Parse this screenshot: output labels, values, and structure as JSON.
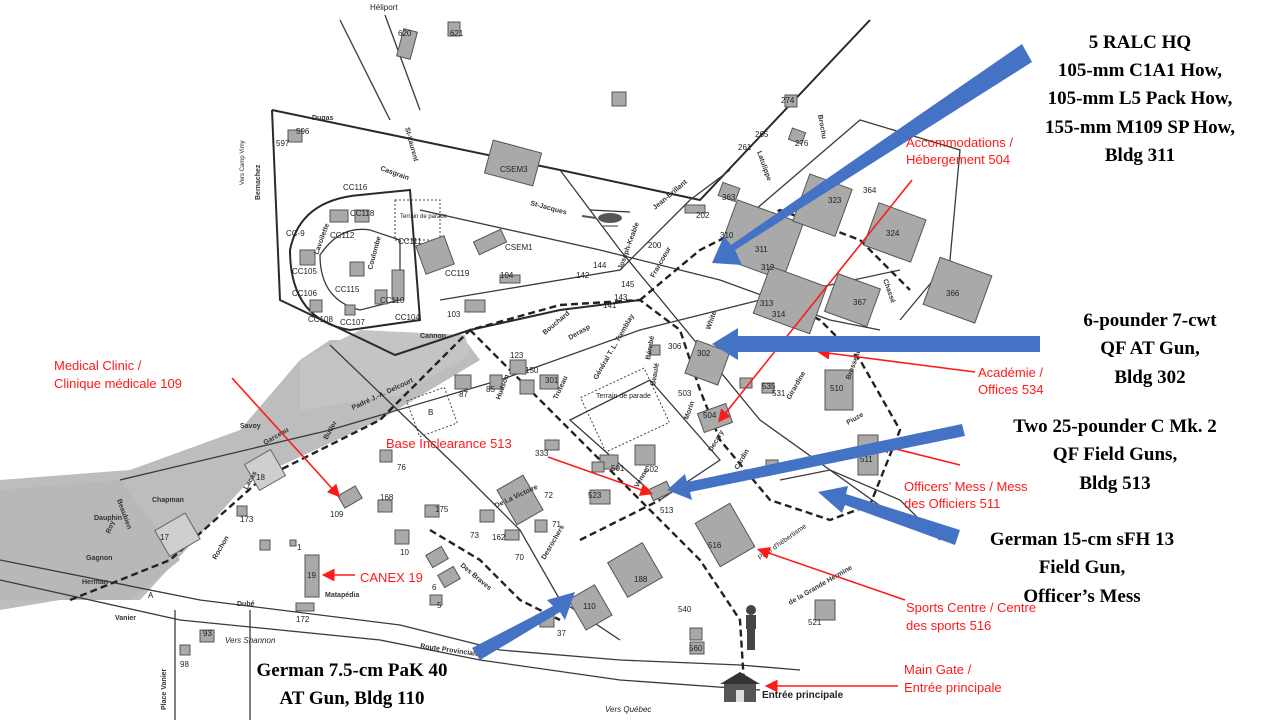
{
  "map": {
    "title": "",
    "colors": {
      "annotation_red": "#ff1a1a",
      "arrow_blue": "#4472c4",
      "terrain_gray": "#bdbdbd",
      "building_gray": "#a9a9a9",
      "text_black": "#000000"
    },
    "landmarks": {
      "heliport": "Héliport",
      "parade_ground_1": "Terrain de parade",
      "parade_ground_2": "Terrain de parade",
      "obstacle_course": "Piste d'hébertisme",
      "main_entrance": "Entrée principale",
      "vers_shannon": "Vers Shannon",
      "vers_quebec": "Vers Québec",
      "vers_camp_vimy": "Vers Camp Vimy",
      "building_b": "B",
      "building_a": "A"
    },
    "streets": [
      "Dugas",
      "St-Laurent",
      "Bernachez",
      "Casgrain",
      "Lavoilette",
      "Coulombe",
      "St-Jacques",
      "Jean-Brillant",
      "Joseph-Keable",
      "Francoeur",
      "Brochu",
      "Latulippe",
      "Chassé",
      "Cannon",
      "Bouchard",
      "Derasp",
      "Général T. L. Tremblay",
      "Hudson",
      "Truteau",
      "Bérubé",
      "Beaulé",
      "Morin",
      "Decary",
      "Girardine",
      "Brosseau",
      "Piuze",
      "Venne",
      "Cardin",
      "White",
      "Savoy",
      "Garceau",
      "Chapman",
      "Dauphin",
      "Roy",
      "Gagnon",
      "Herman",
      "Vanier",
      "Place Vanier",
      "Rochon",
      "Dubé",
      "Matapédia",
      "Route Provinciale",
      "De La Victoire",
      "Des Braves",
      "Desrochers",
      "Padré J.-A. Delcourt",
      "Butler",
      "Lacas",
      "Beaubien",
      "de la Grande Hermine"
    ],
    "building_numbers": [
      "620",
      "621",
      "596",
      "597",
      "274",
      "265",
      "261",
      "276",
      "CSEM3",
      "CC116",
      "CC118",
      "CC-9",
      "CC105",
      "CC106",
      "CC115",
      "CC108",
      "CC107",
      "CC110",
      "CC111",
      "CC119",
      "CC112",
      "CC104",
      "CSEM1",
      "104",
      "103",
      "363",
      "202",
      "310",
      "311",
      "312",
      "323",
      "364",
      "324",
      "200",
      "144",
      "142",
      "145",
      "143",
      "141",
      "313",
      "314",
      "367",
      "366",
      "123",
      "150",
      "301",
      "85",
      "87",
      "306",
      "302",
      "503",
      "504",
      "535",
      "531",
      "510",
      "511",
      "333",
      "501",
      "502",
      "513",
      "76",
      "18",
      "17",
      "173",
      "109",
      "168",
      "175",
      "10",
      "72",
      "73",
      "162",
      "71",
      "70",
      "523",
      "516",
      "1",
      "19",
      "6",
      "5",
      "37",
      "110",
      "188",
      "540",
      "560",
      "521",
      "172",
      "93",
      "98"
    ],
    "red_labels": {
      "accommodations": [
        "Accommodations /",
        "Hébergement 504"
      ],
      "medical": [
        "Medical Clinic /",
        "Clinique médicale 109"
      ],
      "base_clearance": "Base Inclearance 513",
      "academie": [
        "Académie /",
        "Offices 534"
      ],
      "officers_mess": [
        "Officers’ Mess / Mess",
        "des Officiers 511"
      ],
      "canex": "CANEX 19",
      "sports": [
        "Sports Centre / Centre",
        "des sports 516"
      ],
      "main_gate": [
        "Main Gate /",
        "Entrée principale"
      ]
    },
    "black_labels": {
      "ralc": [
        "5 RALC HQ",
        "105-mm C1A1 How,",
        "105-mm L5 Pack How,",
        "155-mm M109 SP How,",
        "Bldg 311"
      ],
      "six_pounder": [
        "6-pounder 7-cwt",
        "QF AT Gun,",
        "Bldg 302"
      ],
      "twenty_five": [
        "Two 25-pounder C Mk. 2",
        "QF Field Guns,",
        "Bldg 513"
      ],
      "sfh13": [
        "German 15-cm sFH 13",
        "Field Gun,",
        "Officer’s Mess"
      ],
      "pak40": [
        "German 7.5-cm PaK 40",
        "AT Gun, Bldg 110"
      ]
    }
  }
}
